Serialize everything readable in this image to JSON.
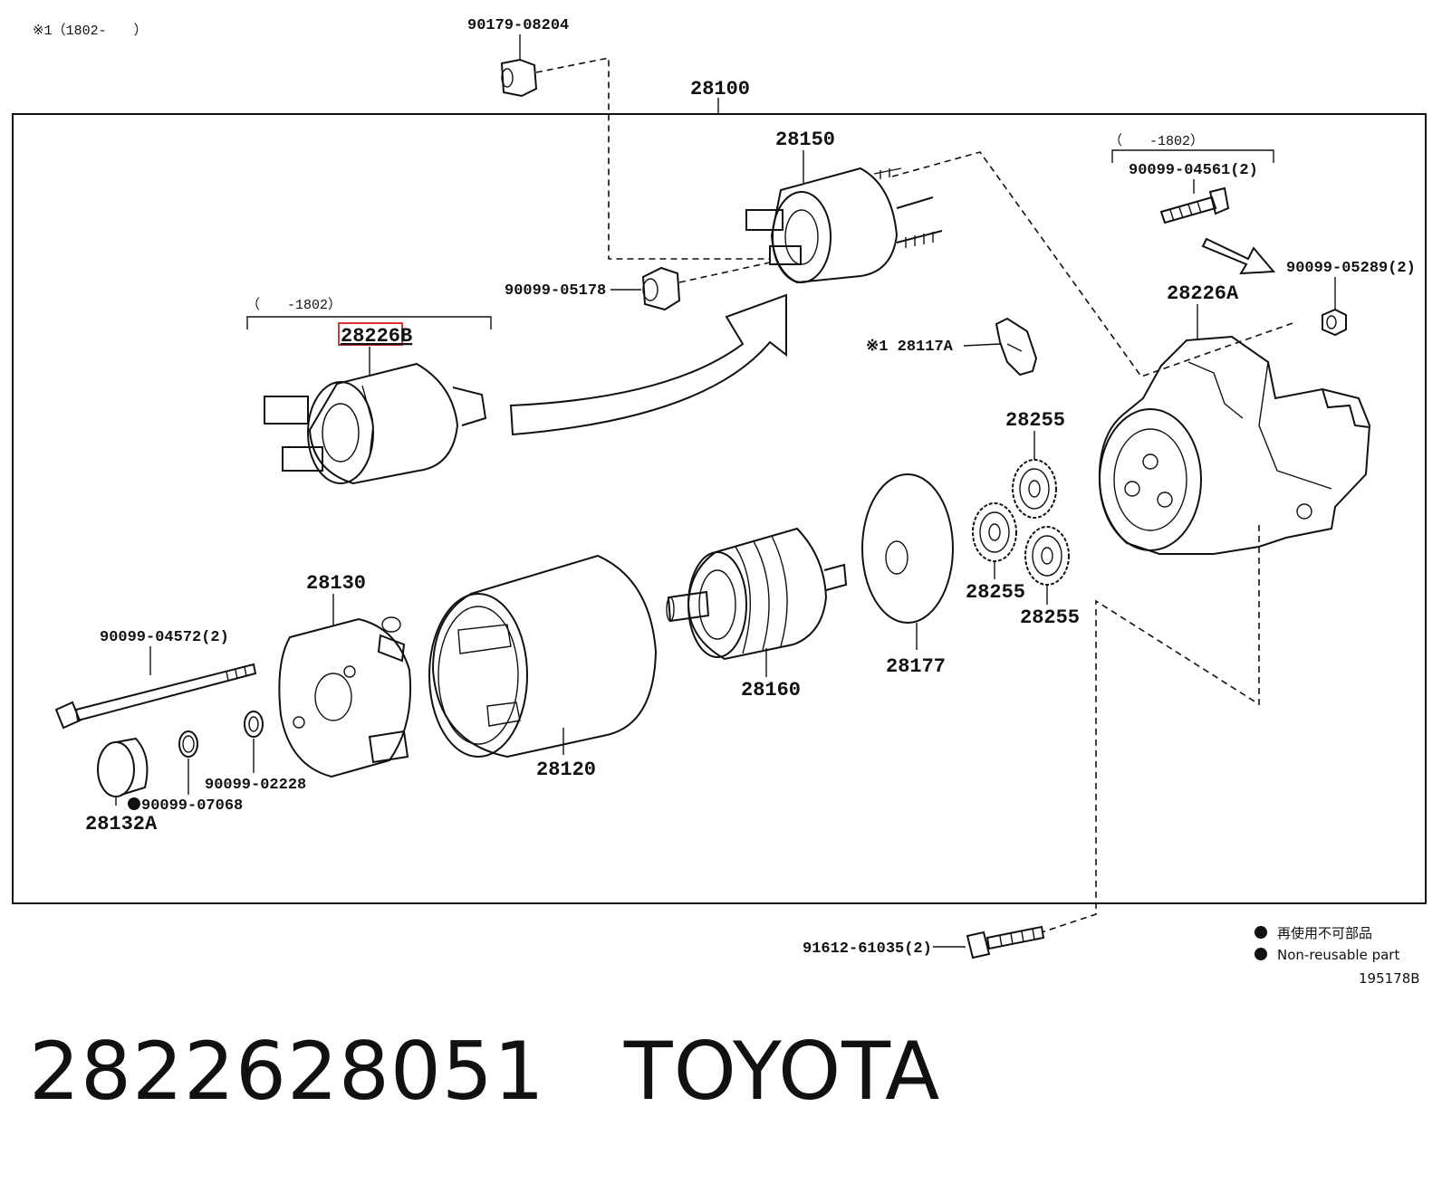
{
  "note_top": "※1（1802-　　）",
  "assembly": "28100",
  "labels": {
    "p90179_08204": "90179-08204",
    "p28150": "28150",
    "range_right": "（　　-1802）",
    "p90099_04561": "90099-04561(2)",
    "p90099_05289": "90099-05289(2)",
    "p28226A": "28226A",
    "p90099_05178": "90099-05178",
    "range_left": "（　　-1802）",
    "p28226B": "28226B",
    "p28117A": "※1 28117A",
    "p28255_a": "28255",
    "p28255_b": "28255",
    "p28255_c": "28255",
    "p28130": "28130",
    "p90099_04572": "90099-04572(2)",
    "p90099_02228": "90099-02228",
    "p90099_07068": "90099-07068",
    "p28132A": "28132A",
    "p28120": "28120",
    "p28160": "28160",
    "p28177": "28177",
    "p91612_61035": "91612-61035(2)"
  },
  "legend": {
    "jp": "再使用不可部品",
    "en": "Non-reusable part"
  },
  "figure_id": "195178B",
  "footer": {
    "part_number": "2822628051",
    "brand": "TOYOTA"
  },
  "colors": {
    "highlight": "#e03030",
    "ink": "#111111"
  }
}
